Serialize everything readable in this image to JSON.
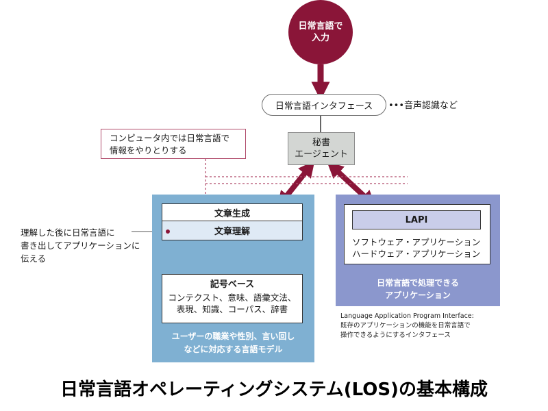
{
  "input_circle": {
    "line1": "日常言語で",
    "line2": "入力"
  },
  "interface_pill": {
    "label": "日常言語インタフェース",
    "note": "•••音声認識など"
  },
  "agent": {
    "line1": "秘書",
    "line2": "エージェント"
  },
  "callout": {
    "line1": "コンピュータ内では日常言語で",
    "line2": "情報をやりとりする"
  },
  "left_panel": {
    "generation": "文章生成",
    "understanding": "文章理解",
    "kigo_title": "記号ベース",
    "kigo_line1": "コンテクスト、意味、語彙文法、",
    "kigo_line2": "表現、知識、コーパス、辞書",
    "caption_line1": "ユーザーの職業や性別、言い回し",
    "caption_line2": "などに対応する言語モデル"
  },
  "right_panel": {
    "lapi": "LAPI",
    "app1": "ソフトウェア・アプリケーション",
    "app2": "ハードウェア・アプリケーション",
    "caption_line1": "日常言語で処理できる",
    "caption_line2": "アプリケーション"
  },
  "lapi_note": {
    "line1": "Language Application Program Interface:",
    "line2": "既存のアプリケーションの機能を日常言語で",
    "line3": "操作できるようにするインタフェース"
  },
  "side_note": {
    "line1": "理解した後に日常言語に",
    "line2": "書き出してアプリケーションに",
    "line3": "伝える"
  },
  "title": "日常言語オペレーティングシステム(LOS)の基本構成",
  "colors": {
    "accent_dark_red": "#8a1538",
    "left_panel_blue": "#7fb0d2",
    "right_panel_purple": "#8b97cd",
    "agent_gray": "#d3d6d3",
    "callout_border": "#b04a6a"
  }
}
